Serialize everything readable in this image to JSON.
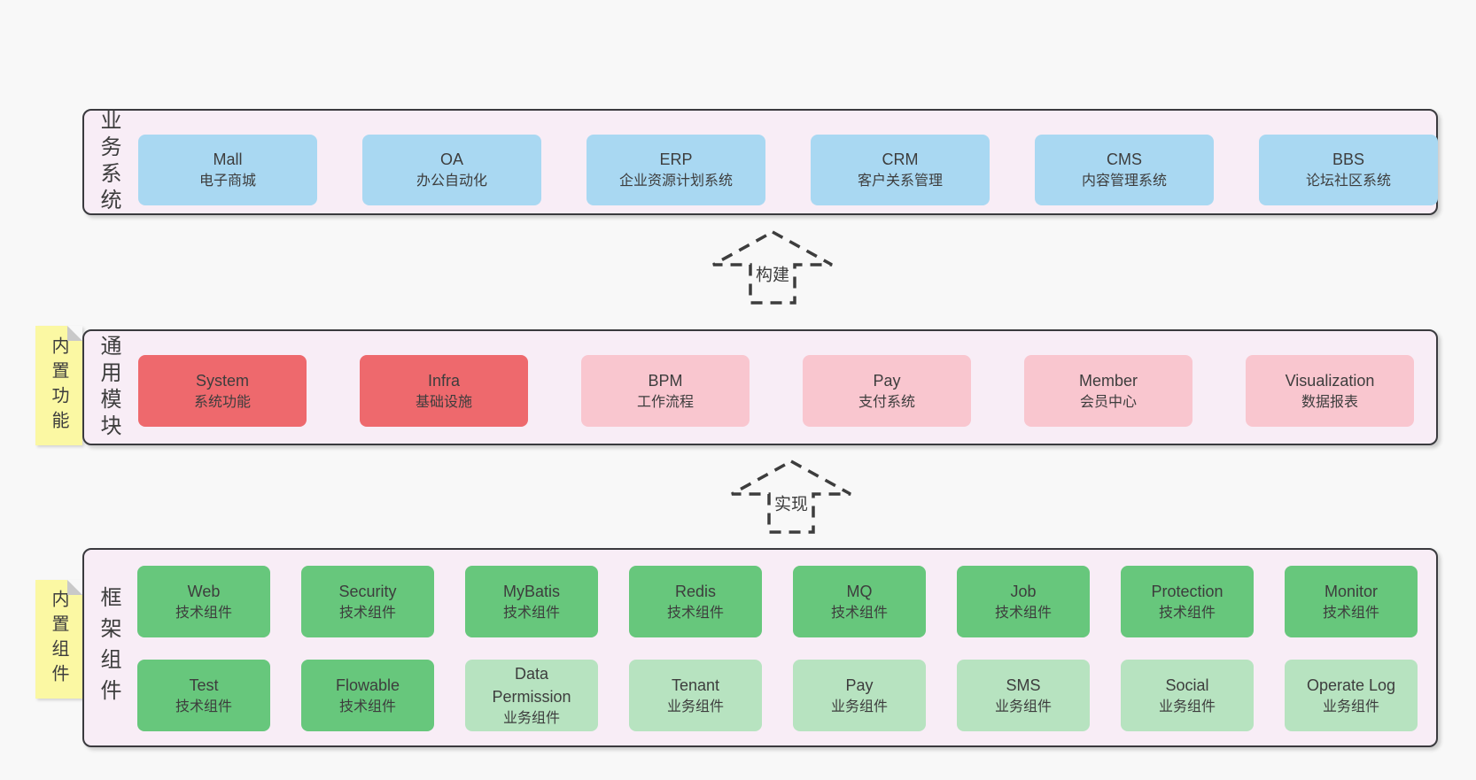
{
  "palette": {
    "page_bg": "#f8f8f8",
    "container_bg": "#f8edf6",
    "container_border": "#3a3a3e",
    "blue": "#a9d8f2",
    "red": "#ee696d",
    "pink": "#f9c6cf",
    "green": "#67c77c",
    "light_green": "#b7e3c0",
    "sticky_yellow": "#fbf8a3",
    "sticky_fold": "#c9c9c9",
    "arrow_stroke": "#3d3d3d",
    "text": "#3d3d3d"
  },
  "layers": [
    {
      "label": "业务系统",
      "boxes": [
        {
          "name": "Mall",
          "desc": "电子商城",
          "variant": "blue"
        },
        {
          "name": "OA",
          "desc": "办公自动化",
          "variant": "blue"
        },
        {
          "name": "ERP",
          "desc": "企业资源计划系统",
          "variant": "blue"
        },
        {
          "name": "CRM",
          "desc": "客户关系管理",
          "variant": "blue"
        },
        {
          "name": "CMS",
          "desc": "内容管理系统",
          "variant": "blue"
        },
        {
          "name": "BBS",
          "desc": "论坛社区系统",
          "variant": "blue"
        }
      ]
    },
    {
      "label": "通用模块",
      "sticky": "内置功能",
      "boxes": [
        {
          "name": "System",
          "desc": "系统功能",
          "variant": "red"
        },
        {
          "name": "Infra",
          "desc": "基础设施",
          "variant": "red"
        },
        {
          "name": "BPM",
          "desc": "工作流程",
          "variant": "pink"
        },
        {
          "name": "Pay",
          "desc": "支付系统",
          "variant": "pink"
        },
        {
          "name": "Member",
          "desc": "会员中心",
          "variant": "pink"
        },
        {
          "name": "Visualization",
          "desc": "数据报表",
          "variant": "pink"
        }
      ]
    },
    {
      "label": "框架组件",
      "sticky": "内置组件",
      "rows": {
        "row1": [
          {
            "name": "Web",
            "desc": "技术组件",
            "variant": "green"
          },
          {
            "name": "Security",
            "desc": "技术组件",
            "variant": "green"
          },
          {
            "name": "MyBatis",
            "desc": "技术组件",
            "variant": "green"
          },
          {
            "name": "Redis",
            "desc": "技术组件",
            "variant": "green"
          },
          {
            "name": "MQ",
            "desc": "技术组件",
            "variant": "green"
          },
          {
            "name": "Job",
            "desc": "技术组件",
            "variant": "green"
          },
          {
            "name": "Protection",
            "desc": "技术组件",
            "variant": "green"
          },
          {
            "name": "Monitor",
            "desc": "技术组件",
            "variant": "green"
          }
        ],
        "row2": [
          {
            "name": "Test",
            "desc": "技术组件",
            "variant": "green"
          },
          {
            "name": "Flowable",
            "desc": "技术组件",
            "variant": "green"
          },
          {
            "name": "Data Permission",
            "desc": "业务组件",
            "variant": "light_green"
          },
          {
            "name": "Tenant",
            "desc": "业务组件",
            "variant": "light_green"
          },
          {
            "name": "Pay",
            "desc": "业务组件",
            "variant": "light_green"
          },
          {
            "name": "SMS",
            "desc": "业务组件",
            "variant": "light_green"
          },
          {
            "name": "Social",
            "desc": "业务组件",
            "variant": "light_green"
          },
          {
            "name": "Operate Log",
            "desc": "业务组件",
            "variant": "light_green"
          }
        ]
      }
    }
  ],
  "arrows": [
    {
      "label": "构建"
    },
    {
      "label": "实现"
    }
  ]
}
